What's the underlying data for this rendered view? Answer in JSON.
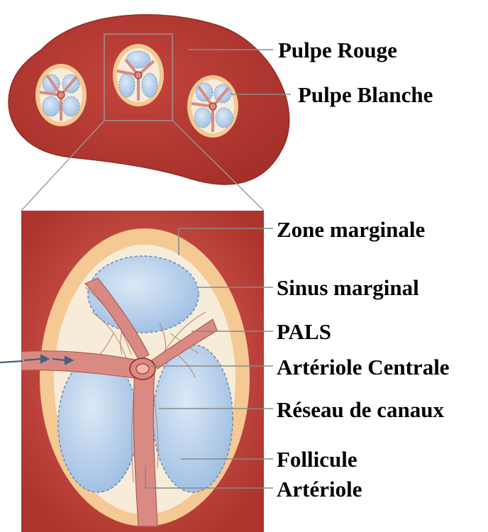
{
  "labels": {
    "pulpe_rouge": "Pulpe Rouge",
    "pulpe_blanche": "Pulpe Blanche",
    "zone_marginale": "Zone marginale",
    "sinus_marginal": "Sinus marginal",
    "pals": "PALS",
    "arteriole_centrale": "Artériole Centrale",
    "reseau_de_canaux": "Réseau de canaux",
    "follicule": "Follicule",
    "arteriole": "Artériole"
  },
  "colors": {
    "red_pulp": "#b83a33",
    "red_pulp_dark": "#8f2622",
    "marginal_zone": "#f4c994",
    "pals": "#f6ecd9",
    "follicle": "#a9c6e6",
    "follicle_light": "#d7e6f4",
    "artery": "#d98a82",
    "artery_dark": "#b25b55"
  }
}
